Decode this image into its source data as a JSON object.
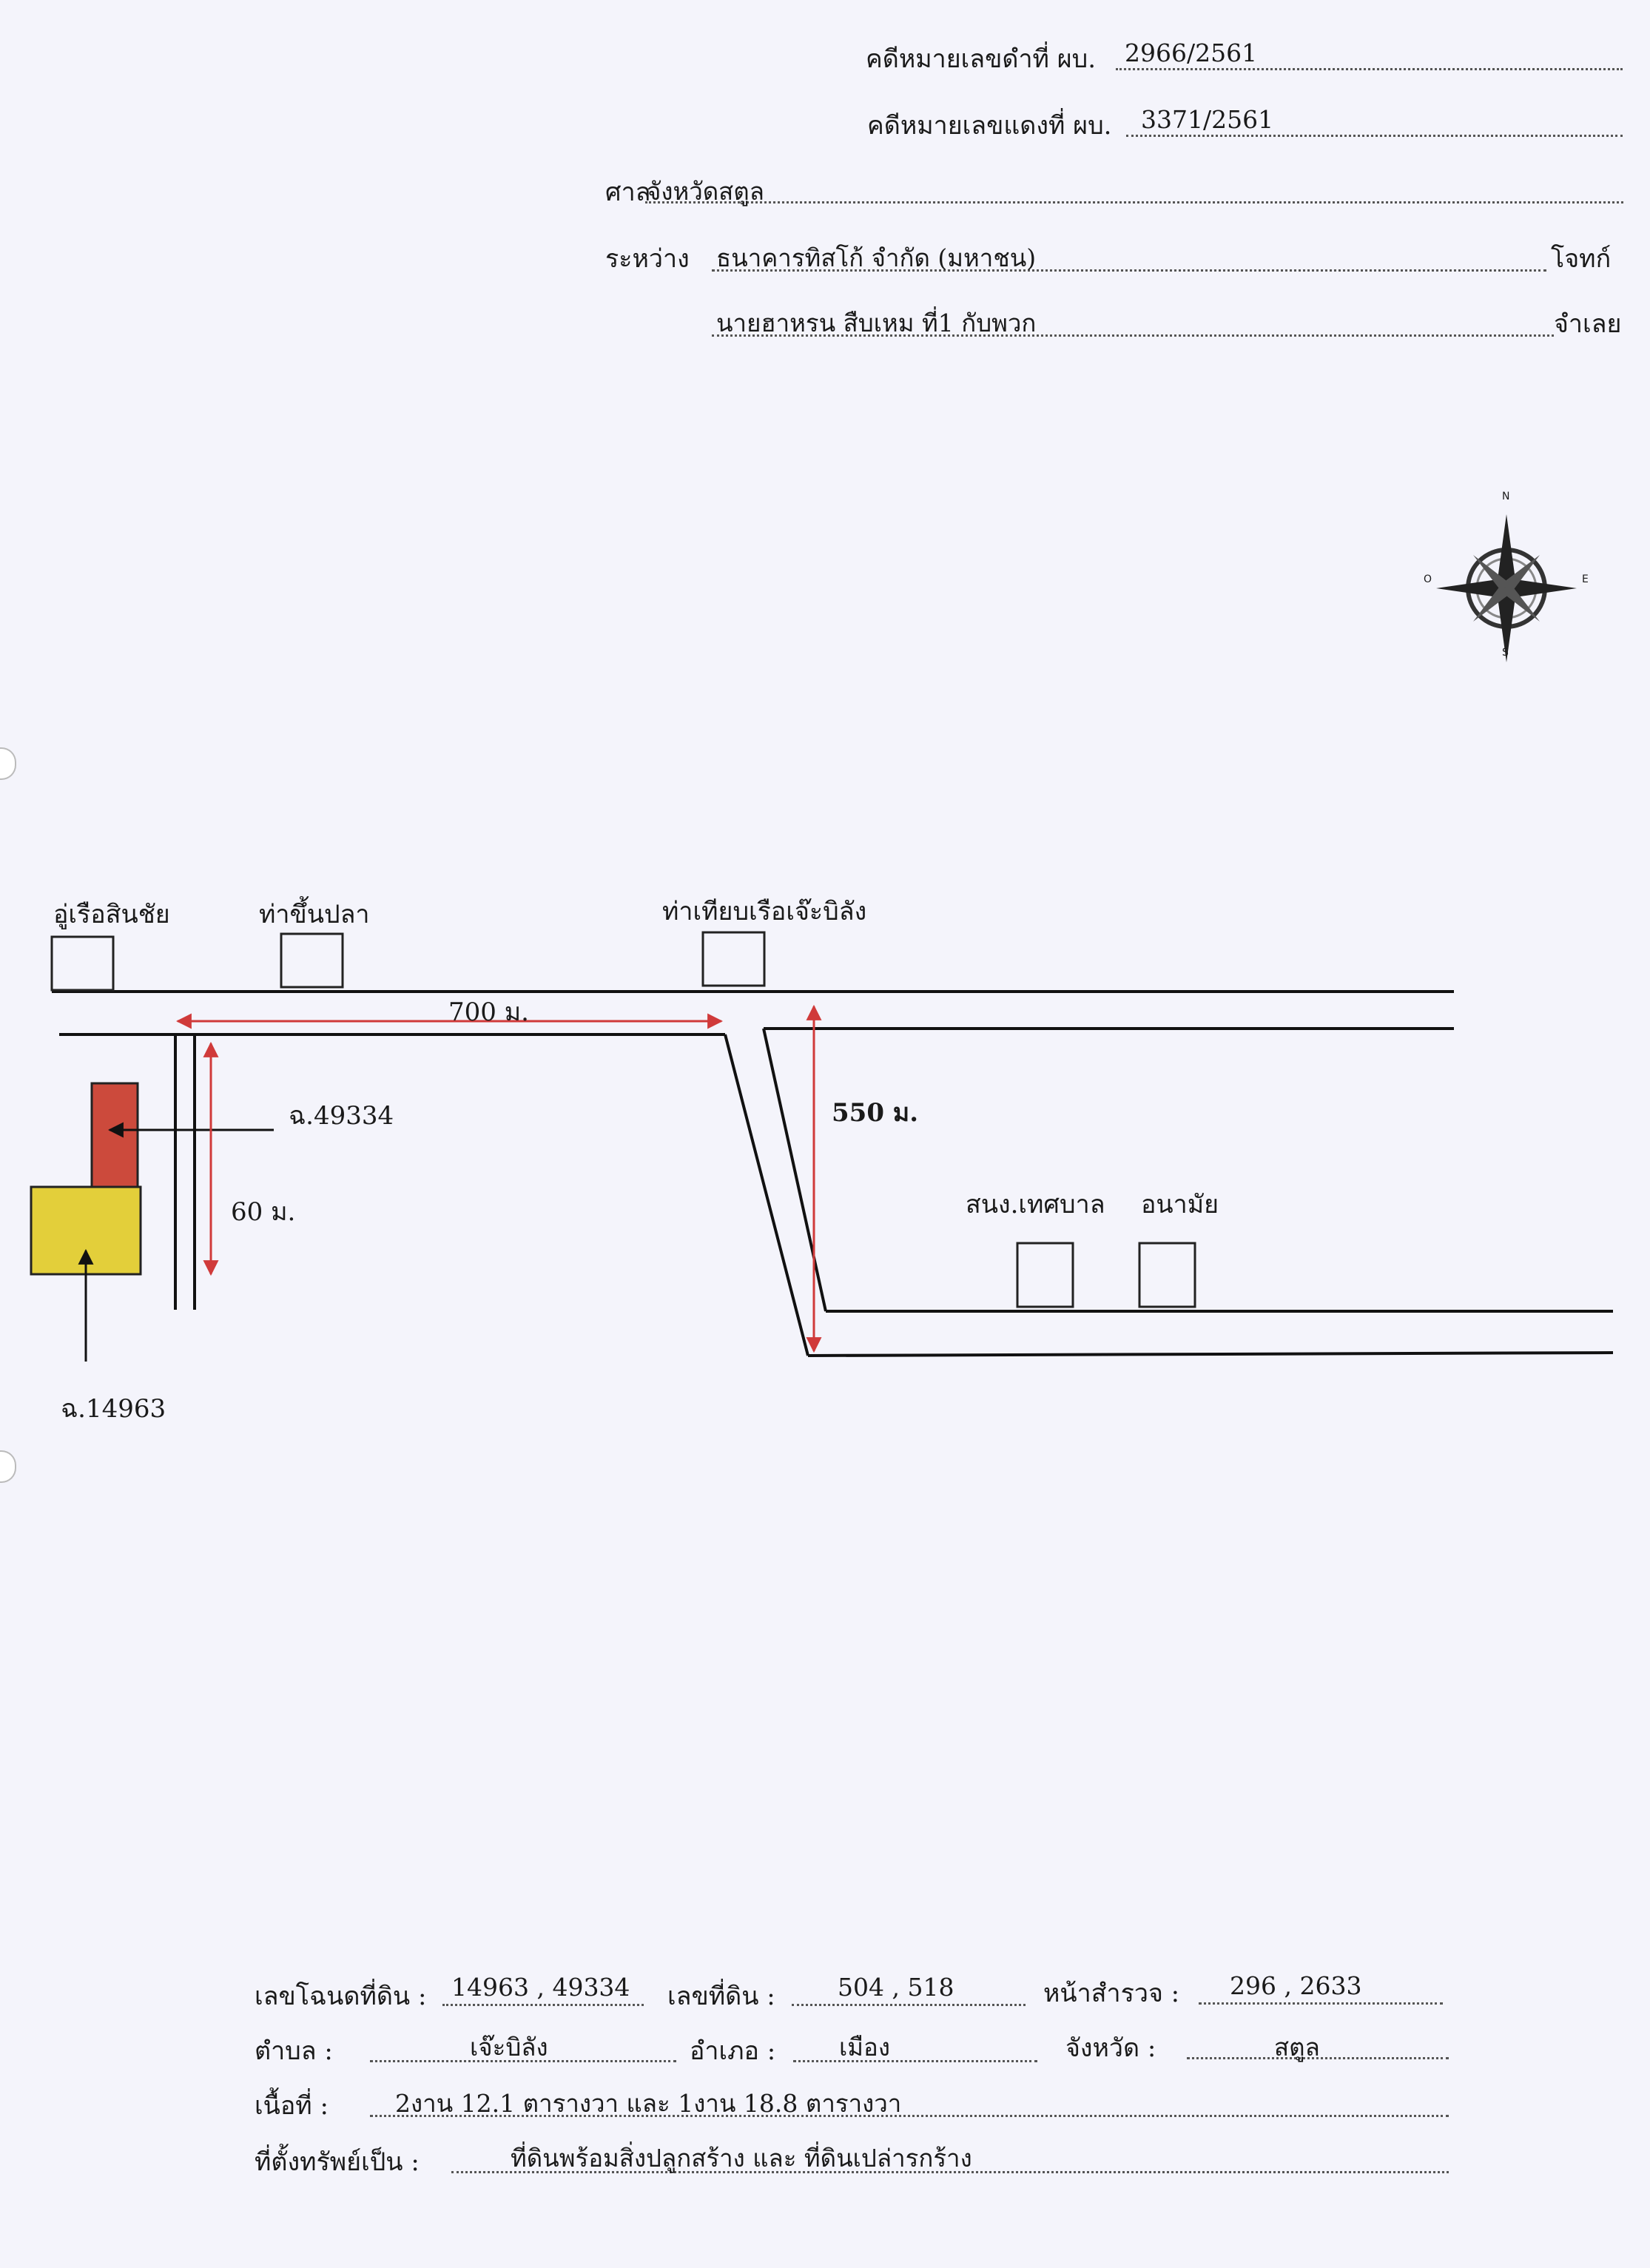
{
  "header": {
    "black_case_label": "คดีหมายเลขดำที่ ผบ.",
    "black_case_no": "2966/2561",
    "red_case_label": "คดีหมายเลขแดงที่ ผบ.",
    "red_case_no": "3371/2561",
    "court_label": "ศาล",
    "court_value": "จังหวัดสตูล",
    "between_label": "ระหว่าง",
    "plaintiff": "ธนาคารทิสโก้ จำกัด (มหาชน)",
    "plaintiff_role": "โจทก์",
    "defendant": "นายฮาหรน สืบเหม ที่1 กับพวก",
    "defendant_role": "จำเลย"
  },
  "compass": {
    "n": "N",
    "s": "S",
    "e": "E",
    "w": "O"
  },
  "map": {
    "labels": {
      "boat_yard": "อู่เรือสินชัย",
      "fish_pier": "ท่าขึ้นปลา",
      "jebilang_pier": "ท่าเทียบเรือเจ๊ะบิลัง",
      "municipal_office": "สนง.เทศบาล",
      "health_center": "อนามัย",
      "parcel_49334": "ฉ.49334",
      "parcel_14963": "ฉ.14963"
    },
    "distances": {
      "horizontal": "700 ม.",
      "vertical_left": "60 ม.",
      "vertical_right": "550 ม."
    },
    "colors": {
      "parcel_49334": "#cc4a3c",
      "parcel_14963": "#e3cf3a",
      "measure_arrow": "#d03a3a",
      "road": "#111111"
    }
  },
  "footer": {
    "deed_label": "เลขโฉนดที่ดิน :",
    "deed_value": "14963 , 49334",
    "land_no_label": "เลขที่ดิน :",
    "land_no_value": "504 , 518",
    "survey_label": "หน้าสำรวจ :",
    "survey_value": "296 , 2633",
    "subdistrict_label": "ตำบล :",
    "subdistrict_value": "เจ๊ะบิลัง",
    "district_label": "อำเภอ :",
    "district_value": "เมือง",
    "province_label": "จังหวัด :",
    "province_value": "สตูล",
    "area_label": "เนื้อที่ :",
    "area_value": "2งาน 12.1 ตารางวา และ 1งาน 18.8 ตารางวา",
    "property_label": "ที่ตั้งทรัพย์เป็น :",
    "property_value": "ที่ดินพร้อมสิ่งปลูกสร้าง และ ที่ดินเปล่ารกร้าง"
  }
}
